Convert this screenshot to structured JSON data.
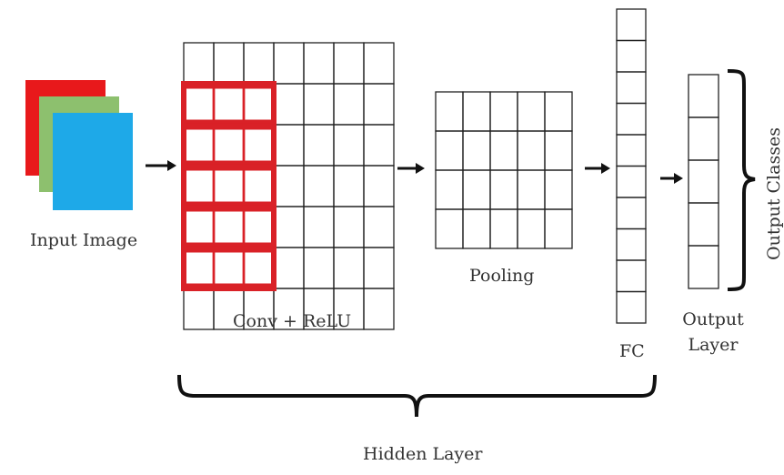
{
  "labels": {
    "input_image": "Input Image",
    "conv_relu": "Conv + ReLU",
    "pooling": "Pooling",
    "fc": "FC",
    "output_layer_line1": "Output",
    "output_layer_line2": "Layer",
    "output_classes": "Output Classes",
    "hidden_layer": "Hidden Layer"
  },
  "colors": {
    "input_red": "#e8191b",
    "input_green": "#8dc06e",
    "input_blue": "#1ea9e8",
    "filter_red": "#d92127",
    "grid_line": "#222222",
    "arrow": "#111111"
  },
  "grids": {
    "conv": {
      "rows": 7,
      "cols": 7
    },
    "filter": {
      "rows": 5,
      "cols": 3
    },
    "pooling": {
      "rows": 4,
      "cols": 5
    },
    "fc": {
      "cells": 10
    },
    "output": {
      "cells": 5
    }
  }
}
